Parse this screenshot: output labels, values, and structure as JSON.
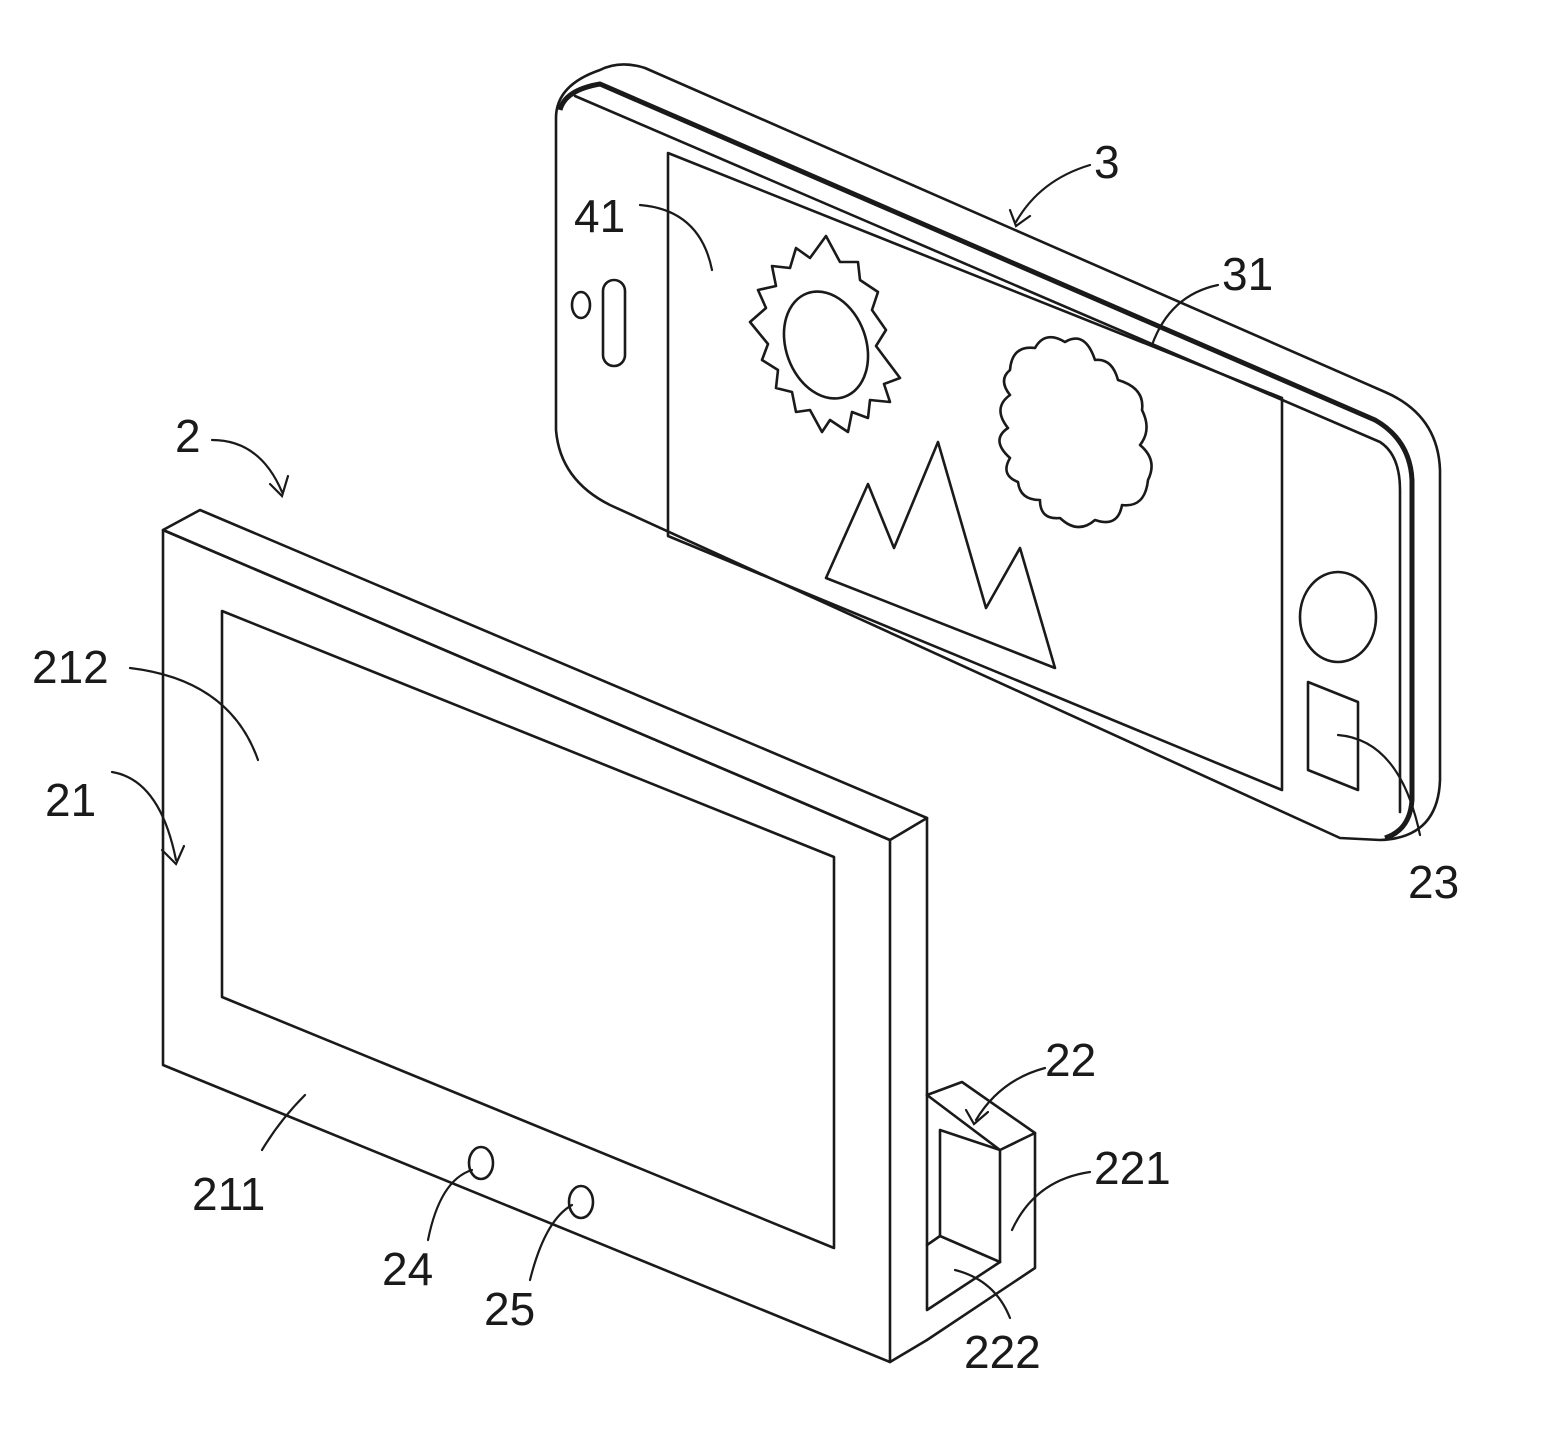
{
  "figure": {
    "labels": {
      "l2": "2",
      "l3": "3",
      "l21": "21",
      "l22": "22",
      "l23": "23",
      "l24": "24",
      "l25": "25",
      "l31": "31",
      "l41": "41",
      "l211": "211",
      "l212": "212",
      "l221": "221",
      "l222": "222"
    }
  }
}
